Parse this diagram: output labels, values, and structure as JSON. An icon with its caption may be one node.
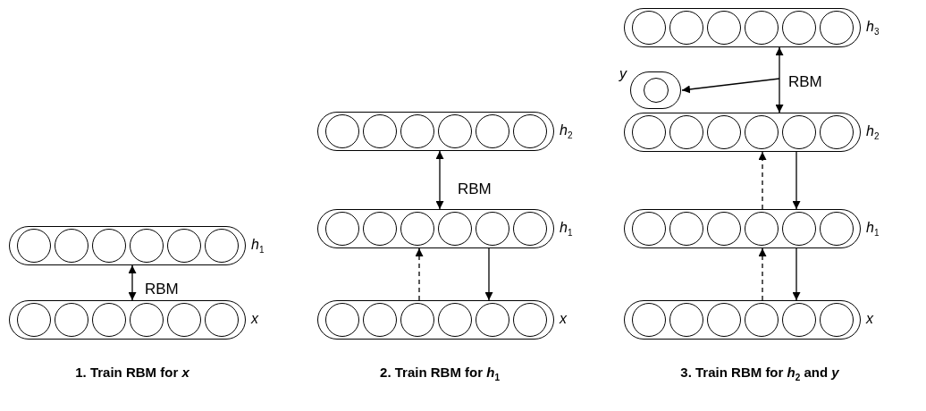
{
  "diagram": {
    "nodes": [
      {
        "text": [
          "*h*$_{1}$"
        ]
      },
      {
        "text": [],
        "shape": "circle",
        "in": 0
      },
      {
        "text": [],
        "shape": "circle",
        "in": 0
      },
      {
        "text": [],
        "shape": "circle",
        "in": 0
      },
      {
        "text": [],
        "shape": "circle",
        "in": 0
      },
      {
        "text": [],
        "shape": "circle",
        "in": 0
      },
      {
        "text": [],
        "shape": "circle",
        "in": 0
      },
      {
        "text": [
          "*x*"
        ]
      },
      {
        "text": [],
        "shape": "circle",
        "in": 7
      },
      {
        "text": [],
        "shape": "circle",
        "in": 7
      },
      {
        "text": [],
        "shape": "circle",
        "in": 7
      },
      {
        "text": [],
        "shape": "circle",
        "in": 7
      },
      {
        "text": [],
        "shape": "circle",
        "in": 7
      },
      {
        "text": [],
        "shape": "circle",
        "in": 7
      },
      {
        "text": [
          "*h*$_{2}$"
        ]
      },
      {
        "text": [],
        "shape": "circle",
        "in": 14
      },
      {
        "text": [],
        "shape": "circle",
        "in": 14
      },
      {
        "text": [],
        "shape": "circle",
        "in": 14
      },
      {
        "text": [],
        "shape": "circle",
        "in": 14
      },
      {
        "text": [],
        "shape": "circle",
        "in": 14
      },
      {
        "text": [],
        "shape": "circle",
        "in": 14
      },
      {
        "text": [
          "*h*$_{1}$"
        ]
      },
      {
        "text": [],
        "shape": "circle",
        "in": 21
      },
      {
        "text": [],
        "shape": "circle",
        "in": 21
      },
      {
        "text": [],
        "shape": "circle",
        "in": 21
      },
      {
        "text": [],
        "shape": "circle",
        "in": 21
      },
      {
        "text": [],
        "shape": "circle",
        "in": 21
      },
      {
        "text": [],
        "shape": "circle",
        "in": 21
      },
      {
        "text": [
          "*x*"
        ]
      },
      {
        "text": [],
        "shape": "circle",
        "in": 28
      },
      {
        "text": [],
        "shape": "circle",
        "in": 28
      },
      {
        "text": [],
        "shape": "circle",
        "in": 28
      },
      {
        "text": [],
        "shape": "circle",
        "in": 28
      },
      {
        "text": [],
        "shape": "circle",
        "in": 28
      },
      {
        "text": [],
        "shape": "circle",
        "in": 28
      },
      {
        "text": [
          "*h*$_{3}$"
        ]
      },
      {
        "text": [],
        "shape": "circle",
        "in": 35
      },
      {
        "text": [],
        "shape": "circle",
        "in": 35
      },
      {
        "text": [],
        "shape": "circle",
        "in": 35
      },
      {
        "text": [],
        "shape": "circle",
        "in": 35
      },
      {
        "text": [],
        "shape": "circle",
        "in": 35
      },
      {
        "text": [],
        "shape": "circle",
        "in": 35
      },
      {
        "text": [
          "*y*"
        ]
      },
      {
        "text": [],
        "shape": "circle",
        "in": 42
      },
      {
        "text": [
          "*h*$_{2}$"
        ]
      },
      {
        "text": [],
        "shape": "circle",
        "in": 44
      },
      {
        "text": [],
        "shape": "circle",
        "in": 44
      },
      {
        "text": [],
        "shape": "circle",
        "in": 44
      },
      {
        "text": [],
        "shape": "circle",
        "in": 44
      },
      {
        "text": [],
        "shape": "circle",
        "in": 44
      },
      {
        "text": [],
        "shape": "circle",
        "in": 44
      },
      {
        "text": [
          "*h*$_{1}$"
        ]
      },
      {
        "text": [],
        "shape": "circle",
        "in": 51
      },
      {
        "text": [],
        "shape": "circle",
        "in": 51
      },
      {
        "text": [],
        "shape": "circle",
        "in": 51
      },
      {
        "text": [],
        "shape": "circle",
        "in": 51
      },
      {
        "text": [],
        "shape": "circle",
        "in": 51
      },
      {
        "text": [],
        "shape": "circle",
        "in": 51
      },
      {
        "text": [
          "*x*"
        ]
      },
      {
        "text": [],
        "shape": "circle",
        "in": 58
      },
      {
        "text": [],
        "shape": "circle",
        "in": 58
      },
      {
        "text": [],
        "shape": "circle",
        "in": 58
      },
      {
        "text": [],
        "shape": "circle",
        "in": 58
      },
      {
        "text": [],
        "shape": "circle",
        "in": 58
      },
      {
        "text": [],
        "shape": "circle",
        "in": 58
      }
    ],
    "edges": [
      {
        "from": 0,
        "to": 7,
        "arrow": "both",
        "label": "RBM"
      },
      {
        "from": 14,
        "to": 21,
        "arrow": "both",
        "label": "RBM"
      },
      {
        "from": 28,
        "to": 21,
        "arrow": "to",
        "style": "dashed"
      },
      {
        "from": 21,
        "to": 28,
        "arrow": "to"
      },
      {
        "from": 35,
        "to": 44,
        "arrow": "both",
        "label": "RBM"
      },
      {
        "from": null,
        "to": 42,
        "arrow": "to"
      },
      {
        "from": 58,
        "to": 51,
        "arrow": "to",
        "style": "dashed"
      },
      {
        "from": 51,
        "to": 58,
        "arrow": "to"
      },
      {
        "from": 51,
        "to": 44,
        "arrow": "to",
        "style": "dashed"
      },
      {
        "from": 44,
        "to": 51,
        "arrow": "to"
      }
    ],
    "labels": [
      "1. Train RBM for *x*",
      "2. Train RBM for *h*$_{1}$",
      "3. Train RBM for *h*$_{2}$ and *y*"
    ]
  }
}
